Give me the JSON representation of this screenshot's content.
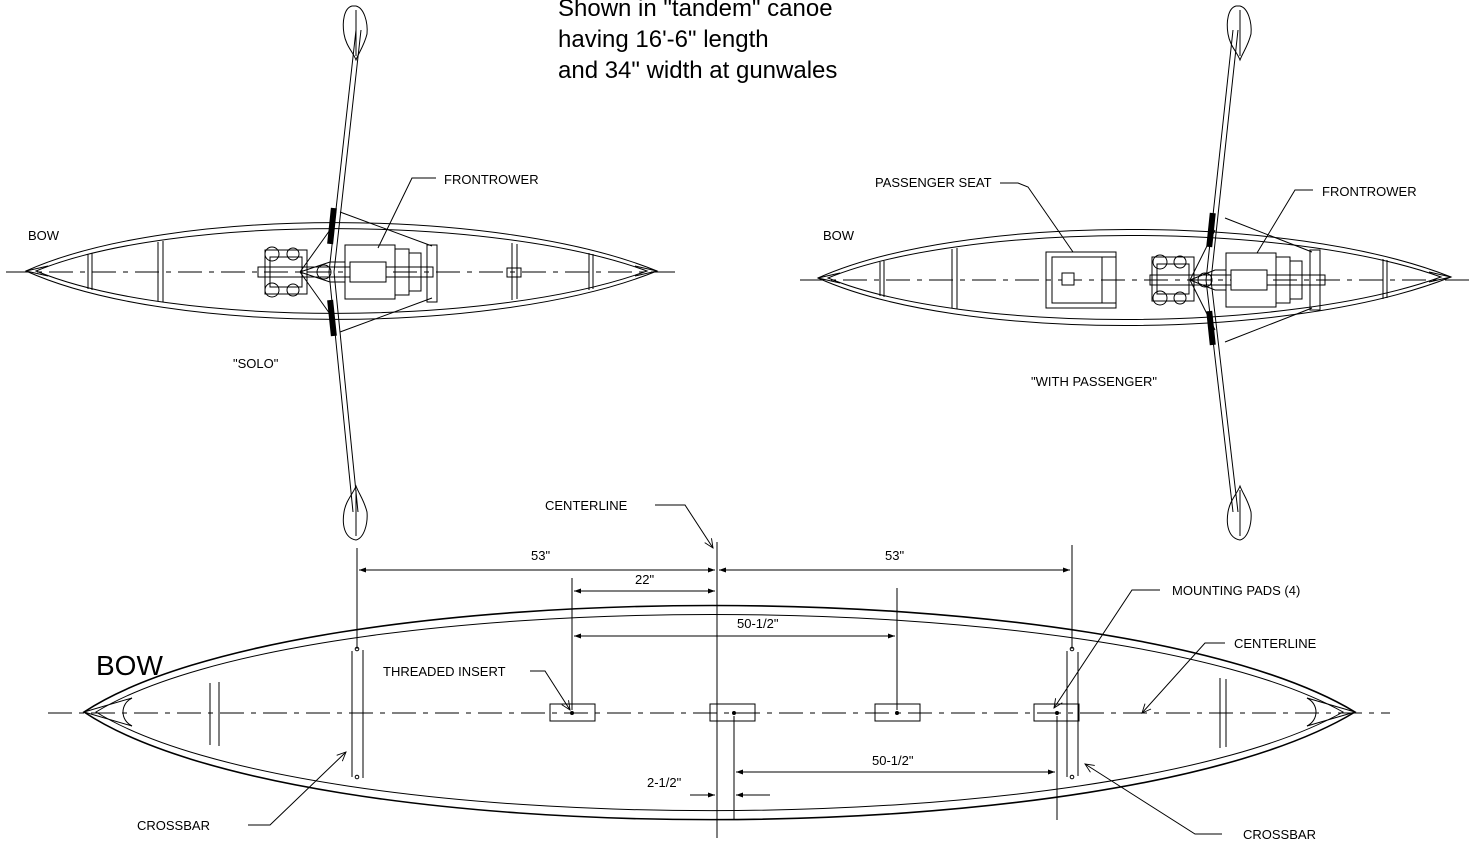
{
  "title_lines": [
    "Shown in \"tandem\" canoe",
    "having 16'-6\" length",
    "and 34\" width at gunwales"
  ],
  "top_left": {
    "bow": "BOW",
    "frontrower": "FRONTROWER",
    "mode": "\"SOLO\""
  },
  "top_right": {
    "bow": "BOW",
    "passenger_seat": "PASSENGER SEAT",
    "frontrower": "FRONTROWER",
    "mode": "\"WITH PASSENGER\""
  },
  "bottom": {
    "bow": "BOW",
    "centerline_top": "CENTERLINE",
    "centerline_right": "CENTERLINE",
    "mounting_pads": "MOUNTING PADS (4)",
    "threaded_insert": "THREADED INSERT",
    "crossbar_left": "CROSSBAR",
    "crossbar_right": "CROSSBAR",
    "dims": {
      "left_53": "53\"",
      "right_53": "53\"",
      "d22": "22\"",
      "d50_top": "50-1/2\"",
      "d50_bottom": "50-1/2\"",
      "d2_5": "2-1/2\""
    }
  }
}
